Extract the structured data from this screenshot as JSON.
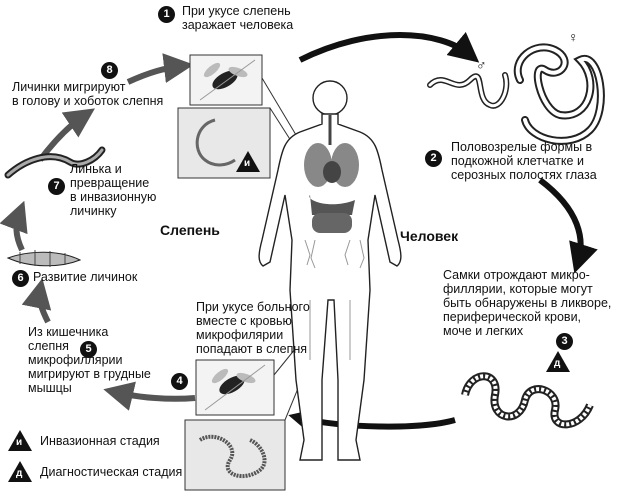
{
  "steps": {
    "s1": {
      "num": "1",
      "text": [
        "При укусе слепень",
        "заражает человека"
      ]
    },
    "s2": {
      "num": "2",
      "text": [
        "Половозрелые формы в",
        "подкожной клетчатке и",
        "серозных полостях глаза"
      ]
    },
    "s3": {
      "num": "3",
      "text": [
        "Самки отрождают микро-",
        "филлярии, которые могут",
        "быть обнаружены  в ликворе,",
        "периферической крови,",
        "моче и легких"
      ]
    },
    "s4": {
      "num": "4",
      "text": [
        "При укусе больного",
        "вместе с кровью",
        "микрофилярии",
        "попадают в слепня"
      ]
    },
    "s5": {
      "num": "5",
      "text": [
        "Из кишечника",
        "слепня",
        "микрофиллярии",
        "мигрируют в грудные",
        "мышцы"
      ]
    },
    "s6": {
      "num": "6",
      "text": [
        "Развитие личинок"
      ]
    },
    "s7": {
      "num": "7",
      "text": [
        "Линька и",
        "превращение",
        "в инвазионную",
        "личинку"
      ]
    },
    "s8": {
      "num": "8",
      "text": [
        "Личинки мигрируют",
        "в голову и хоботок слепня"
      ]
    }
  },
  "labels": {
    "host_vector": "Слепень",
    "host_human": "Человек"
  },
  "legend": {
    "invasive": {
      "symbol": "и",
      "text": "Инвазионная стадия"
    },
    "diagnostic": {
      "symbol": "д",
      "text": "Диагностическая стадия"
    }
  },
  "sex_symbols": {
    "male": "♂",
    "female": "♀"
  },
  "colors": {
    "arrow": "#111111",
    "arrow_grey": "#555555",
    "panel": "#e8e8e8",
    "organ": "#888888"
  }
}
